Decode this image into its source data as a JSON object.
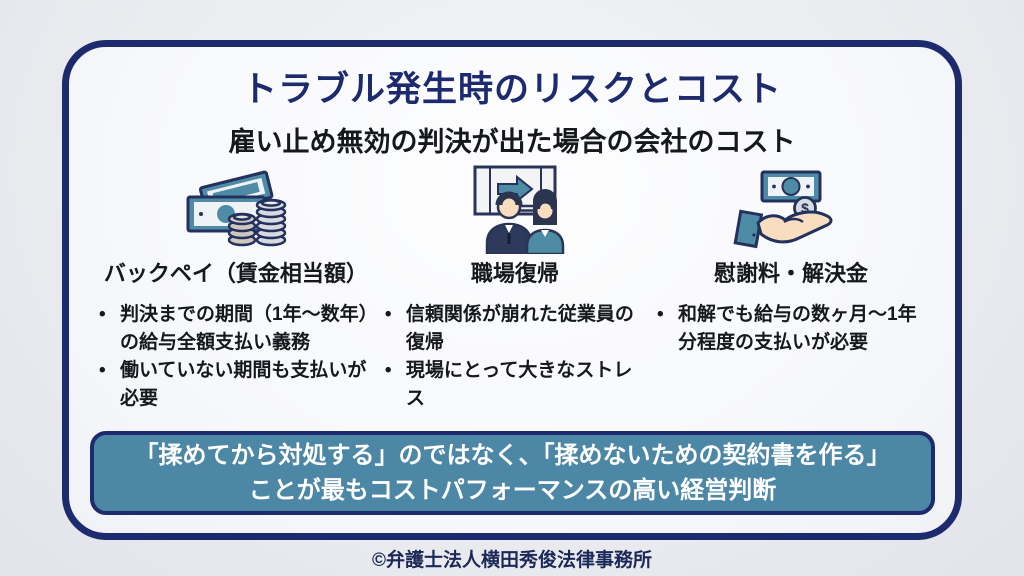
{
  "page": {
    "title": "トラブル発生時のリスクとコスト",
    "subtitle": "雇い止め無効の判決が出た場合の会社のコスト",
    "footer": "©弁護士法人横田秀俊法律事務所"
  },
  "columns": [
    {
      "icon": "money-bills-coins-icon",
      "heading": "バックペイ（賃金相当額）",
      "bullets": [
        "判決までの期間（1年〜数年）の給与全額支払い義務",
        "働いていない期間も支払いが必要"
      ]
    },
    {
      "icon": "workplace-return-icon",
      "heading": "職場復帰",
      "bullets": [
        "信頼関係が崩れた従業員の復帰",
        "現場にとって大きなストレス"
      ]
    },
    {
      "icon": "hand-receiving-money-icon",
      "heading": "慰謝料・解決金",
      "bullets": [
        "和解でも給与の数ヶ月〜1年分程度の支払いが必要"
      ]
    }
  ],
  "banner": {
    "line1": "「揉めてから対処する」のではなく、「揉めないための契約書を作る」",
    "line2": "ことが最もコストパフォーマンスの高い経営判断"
  },
  "ui": {
    "bullet": "•"
  },
  "colors": {
    "navy": "#1d2a6d",
    "banner_teal": "#4d87a6",
    "icon_teal": "#4e8ca6",
    "coin_gray": "#d7dade",
    "skin": "#f8debf",
    "suit_navy": "#2e3a5c",
    "hair_dark": "#2c3550",
    "page_bg": "#eaecf0",
    "card_bg": "#fafbfd",
    "text_black": "#15181d",
    "footer_navy": "#1c2857"
  }
}
